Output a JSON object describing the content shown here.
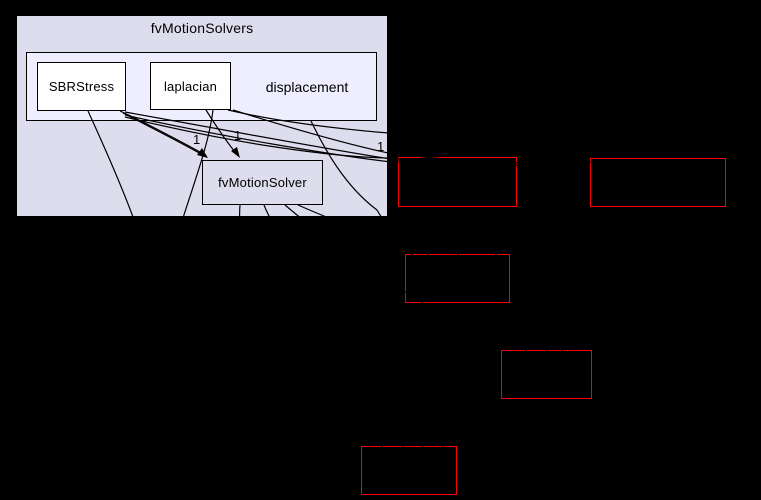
{
  "diagram": {
    "type": "directory-dependency-graph",
    "outer_cluster": {
      "label": "fvMotionSolvers"
    },
    "inner_cluster": {
      "label": "displacement"
    },
    "nodes": {
      "sbrstress": "SBRStress",
      "laplacian": "laplacian",
      "fvmotionsolver": "fvMotionSolver"
    },
    "external_nodes": [
      {
        "label": ""
      },
      {
        "label": ""
      },
      {
        "label": ""
      },
      {
        "label": ""
      },
      {
        "label": ""
      }
    ],
    "edge_labels": [
      "1",
      "1",
      "1"
    ],
    "colors": {
      "background": "#000000",
      "outer_cluster_fill": "#ddddee",
      "inner_cluster_fill": "#eeeeff",
      "node_fill": "#fefefe",
      "node_border": "#000000",
      "external_node_border": "#ff0000",
      "edge": "#000000",
      "text": "#000000"
    }
  }
}
